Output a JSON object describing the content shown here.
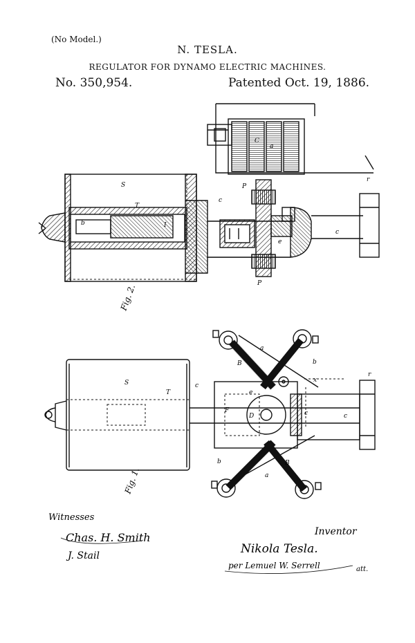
{
  "header": {
    "no_model": "(No Model.)",
    "inventor": "N. TESLA.",
    "title": "REGULATOR FOR DYNAMO ELECTRIC MACHINES.",
    "patent_number": "No. 350,954.",
    "patented": "Patented Oct. 19, 1886."
  },
  "figures": {
    "fig2": "Fig. 2.",
    "fig1": "Fig. 1."
  },
  "reference_letters": {
    "S": "S",
    "T": "T",
    "C": "C",
    "c": "c",
    "P": "P",
    "r": "r",
    "a": "a",
    "b": "b",
    "e": "e",
    "B": "B",
    "I": "I",
    "D": "D",
    "F": "F",
    "x": "x"
  },
  "signatures": {
    "witnesses_label": "Witnesses",
    "witness_1": "Chas. H. Smith",
    "witness_2": "J. Stail",
    "inventor_label": "Inventor",
    "inventor_signature": "Nikola Tesla.",
    "attorney_signature": "per Lemuel W. Serrell",
    "attorney_suffix": "att."
  },
  "colors": {
    "ink": "#111111",
    "paper": "#ffffff"
  }
}
